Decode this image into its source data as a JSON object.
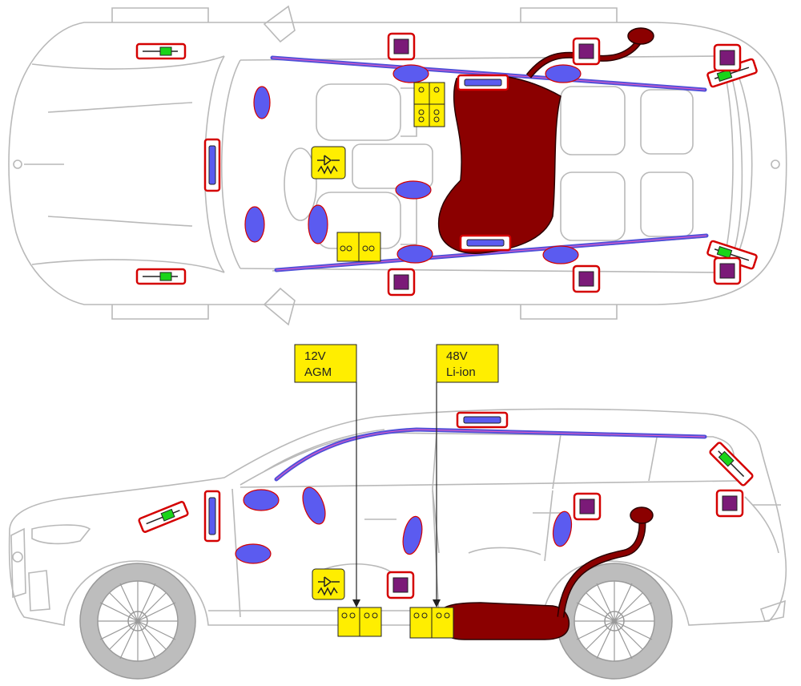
{
  "callouts": [
    {
      "line1": "12V",
      "line2": "AGM"
    },
    {
      "line1": "48V",
      "line2": "Li-ion"
    }
  ],
  "colors": {
    "outline": "#b9b9b9",
    "red_frame": "#d40000",
    "airbag_blue": "#5b5bf0",
    "curtain_line": "#5050d8",
    "exhaust_fill": "#8b0000",
    "module_purple": "#7b1a78",
    "battery_yellow": "#ffee00",
    "sensor_green": "#19d419",
    "tire_gray": "#bdbdbd"
  },
  "icons": [
    "top-view-car",
    "side-view-car",
    "airbag-icon",
    "curtain-airbag-line",
    "gas-generator-icon",
    "seatbelt-pretensioner-icon",
    "control-unit-icon",
    "battery-12v-agm-icon",
    "battery-48v-li-ion-icon",
    "exhaust-system",
    "high-strength-spring-icon"
  ]
}
